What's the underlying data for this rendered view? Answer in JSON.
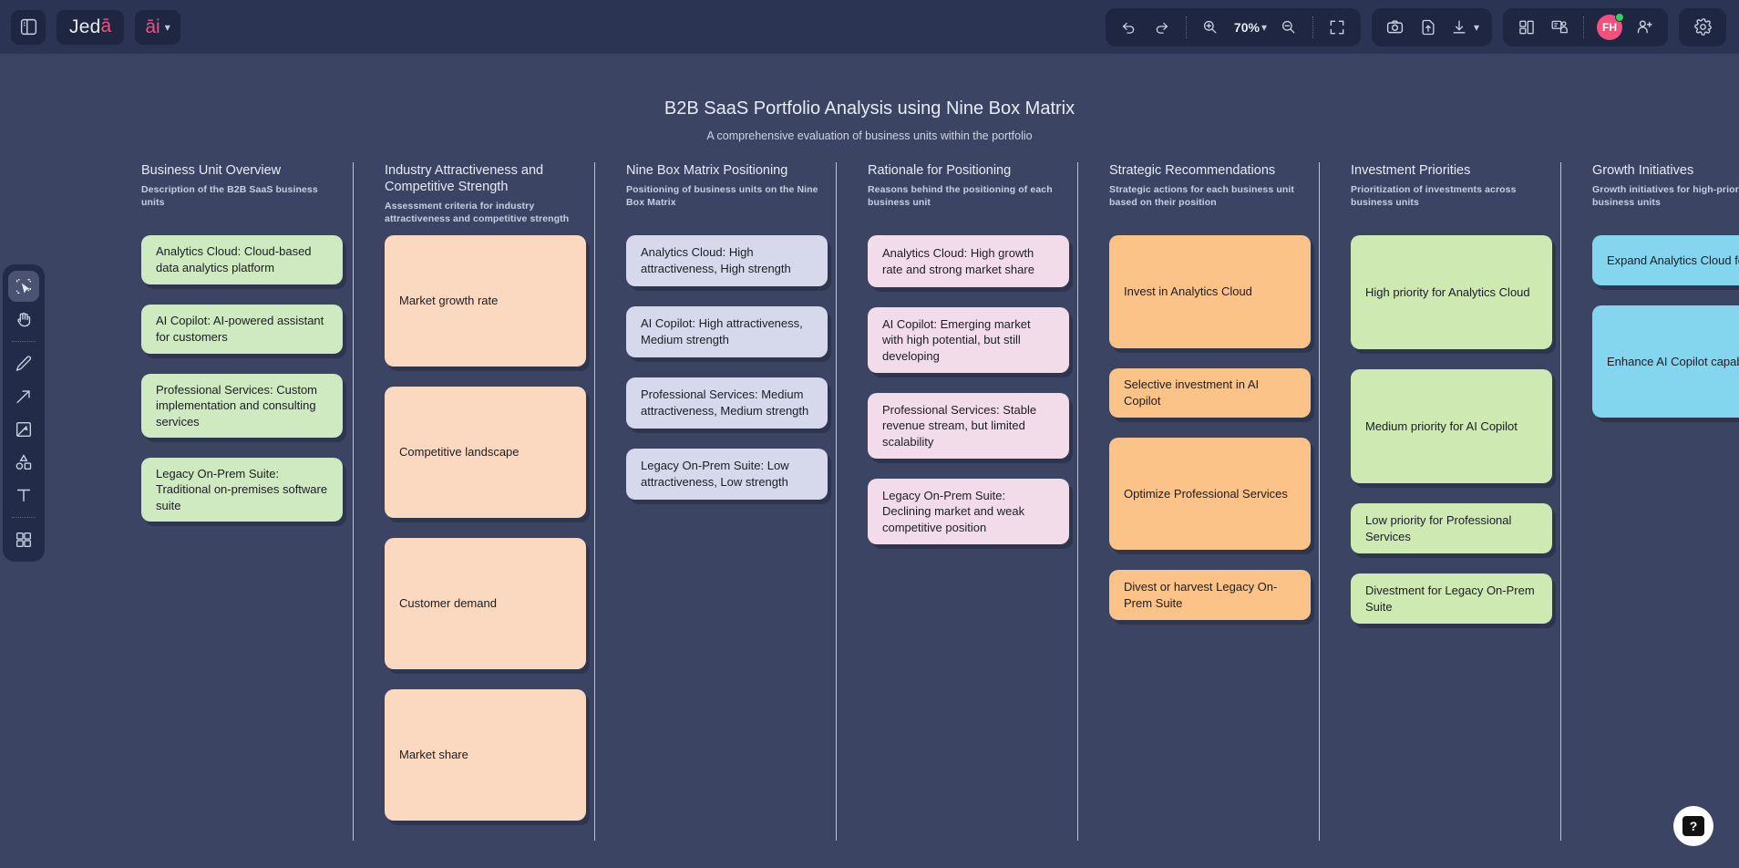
{
  "app": {
    "brand_prefix": "Jed",
    "brand_accent": "ā",
    "ai_label": "āi",
    "sidebar_toggle_icon": "panel-toggle-icon",
    "chevron_icon": "chevron-down-icon"
  },
  "toolbar": {
    "undo_icon": "undo-icon",
    "redo_icon": "redo-icon",
    "zoom_in_icon": "zoom-in-icon",
    "zoom_out_icon": "zoom-out-icon",
    "zoom_level": "70%",
    "fit_icon": "fit-to-screen-icon",
    "camera_icon": "camera-icon",
    "upload_icon": "file-upload-icon",
    "download_icon": "download-icon",
    "download_chevron_icon": "chevron-down-icon",
    "layout_icon": "layout-panels-icon",
    "present_icon": "presentation-icon",
    "avatar_initials": "FH",
    "add_user_icon": "add-user-icon",
    "settings_icon": "gear-icon",
    "accent_color": "#f0517d",
    "status_color": "#30d158"
  },
  "tools": [
    {
      "name": "select-tool",
      "icon": "select-marquee-icon",
      "active": true
    },
    {
      "name": "hand-tool",
      "icon": "hand-icon",
      "active": false
    },
    {
      "name": "pen-tool",
      "icon": "pen-icon",
      "active": false
    },
    {
      "name": "arrow-tool",
      "icon": "arrow-icon",
      "active": false
    },
    {
      "name": "frame-tool",
      "icon": "frame-image-icon",
      "active": false
    },
    {
      "name": "shapes-tool",
      "icon": "shapes-icon",
      "active": false
    },
    {
      "name": "text-tool",
      "icon": "text-icon",
      "active": false
    },
    {
      "name": "widgets-tool",
      "icon": "grid-apps-icon",
      "active": false
    }
  ],
  "board": {
    "title": "B2B SaaS Portfolio Analysis using Nine Box Matrix",
    "subtitle": "A comprehensive evaluation of business units within the portfolio"
  },
  "columns": [
    {
      "title": "Business Unit Overview",
      "subtitle": "Description of the B2B SaaS business units",
      "card_color": "#cfe9c0",
      "cards": [
        {
          "text": "Analytics Cloud: Cloud-based data analytics platform",
          "height": 54
        },
        {
          "text": "AI Copilot: AI-powered assistant for customers",
          "height": 54
        },
        {
          "text": "Professional Services: Custom implementation and consulting services",
          "height": 70
        },
        {
          "text": "Legacy On-Prem Suite: Traditional on-premises software suite",
          "height": 70
        }
      ]
    },
    {
      "title": "Industry Attractiveness and Competitive Strength",
      "subtitle": "Assessment criteria for industry attractiveness and competitive strength",
      "card_color": "#fad9c0",
      "cards": [
        {
          "text": "Market growth rate",
          "height": 144
        },
        {
          "text": "Competitive landscape",
          "height": 144
        },
        {
          "text": "Customer demand",
          "height": 144
        },
        {
          "text": "Market share",
          "height": 144
        }
      ]
    },
    {
      "title": "Nine Box Matrix Positioning",
      "subtitle": "Positioning of business units on the Nine Box Matrix",
      "card_color": "#d6d8ec",
      "cards": [
        {
          "text": "Analytics Cloud: High attractiveness, High strength",
          "height": 56
        },
        {
          "text": "AI Copilot: High attractiveness, Medium strength",
          "height": 56
        },
        {
          "text": "Professional Services: Medium attractiveness, Medium strength",
          "height": 56
        },
        {
          "text": "Legacy On-Prem Suite: Low attractiveness, Low strength",
          "height": 56
        }
      ]
    },
    {
      "title": "Rationale for Positioning",
      "subtitle": "Reasons behind the positioning of each business unit",
      "card_color": "#f3dcea",
      "cards": [
        {
          "text": "Analytics Cloud: High growth rate and strong market share",
          "height": 57
        },
        {
          "text": "AI Copilot: Emerging market with high potential, but still developing",
          "height": 72
        },
        {
          "text": "Professional Services: Stable revenue stream, but limited scalability",
          "height": 72
        },
        {
          "text": "Legacy On-Prem Suite: Declining market and weak competitive position",
          "height": 72
        }
      ]
    },
    {
      "title": "Strategic Recommendations",
      "subtitle": "Strategic actions for each business unit based on their position",
      "card_color": "#fbc387",
      "cards": [
        {
          "text": "Invest in Analytics Cloud",
          "height": 124
        },
        {
          "text": "Selective investment in AI Copilot",
          "height": 54
        },
        {
          "text": "Optimize Professional Services",
          "height": 123
        },
        {
          "text": "Divest or harvest Legacy On-Prem Suite",
          "height": 55
        }
      ]
    },
    {
      "title": "Investment Priorities",
      "subtitle": "Prioritization of investments across business units",
      "card_color": "#cfe9b3",
      "cards": [
        {
          "text": "High priority for Analytics Cloud",
          "height": 125
        },
        {
          "text": "Medium priority for AI Copilot",
          "height": 125
        },
        {
          "text": "Low priority for Professional Services",
          "height": 55
        },
        {
          "text": "Divestment for Legacy On-Prem Suite",
          "height": 55
        }
      ]
    },
    {
      "title": "Growth Initiatives",
      "subtitle": "Growth initiatives for high-priority business units",
      "card_color": "#84d6ee",
      "cards": [
        {
          "text": "Expand Analytics Cloud features",
          "height": 55
        },
        {
          "text": "Enhance AI Copilot capabilities",
          "height": 123
        }
      ]
    }
  ],
  "help": {
    "icon": "help-question-icon",
    "label": "?"
  }
}
